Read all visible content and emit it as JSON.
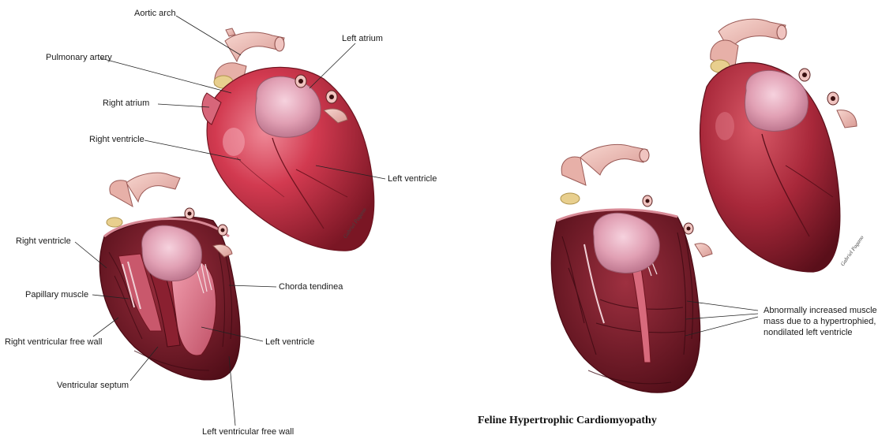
{
  "normal_heart": {
    "labels": {
      "aortic_arch": "Aortic arch",
      "left_atrium": "Left atrium",
      "pulmonary_artery": "Pulmonary artery",
      "right_atrium": "Right atrium",
      "right_ventricle": "Right ventricle",
      "left_ventricle": "Left ventricle"
    }
  },
  "normal_section": {
    "labels": {
      "right_ventricle": "Right ventricle",
      "papillary_muscle": "Papillary muscle",
      "chorda_tendinea": "Chorda tendinea",
      "right_ventricular_free_wall": "Right ventricular free wall",
      "left_ventricle": "Left ventricle",
      "ventricular_septum": "Ventricular septum",
      "left_ventricular_free_wall": "Left ventricular free wall"
    }
  },
  "hcm": {
    "title": "Feline Hypertrophic  Cardiomyopathy",
    "caption": [
      "Abnormally increased muscle",
      "mass due to a hypertrophied,",
      "nondilated left ventricle"
    ]
  },
  "colors": {
    "heart_red": "#b8283a",
    "heart_light": "#e46276",
    "heart_dark": "#6e1420",
    "atrium_pink": "#e6a4b6",
    "vessel_pink": "#f0c4c0",
    "fat_yellow": "#e8cf8e"
  }
}
